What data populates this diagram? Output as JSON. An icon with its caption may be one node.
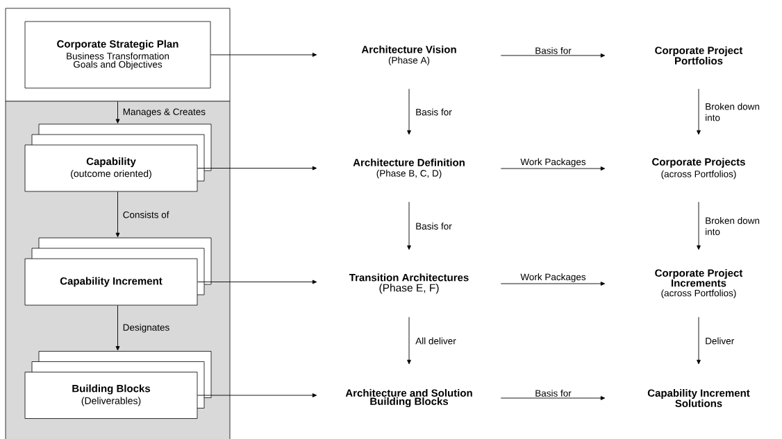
{
  "diagram": {
    "nodes": [
      {
        "text": [],
        "shape": "box"
      },
      {
        "text": [
          "Corporate Strategic Plan",
          "Business Transformation Goals and Objectives"
        ],
        "in": 0
      },
      {
        "text": [],
        "shape": "box"
      },
      {
        "text": [
          "Capability",
          "(outcome oriented)"
        ],
        "in": 2
      },
      {
        "text": [
          "Capability Increment"
        ],
        "in": 2
      },
      {
        "text": [
          "Building Blocks",
          "(Deliverables)"
        ],
        "in": 2
      },
      {
        "text": [
          "Architecture Vision",
          "(Phase A)"
        ]
      },
      {
        "text": [
          "Corporate Project Portfolios"
        ]
      },
      {
        "text": [
          "Architecture Definition",
          "(Phase B, C, D)"
        ]
      },
      {
        "text": [
          "Corporate Projects",
          "(across Portfolios)"
        ]
      },
      {
        "text": [
          "Transition Architectures",
          "(Phase E, F)"
        ]
      },
      {
        "text": [
          "Corporate Project Increments",
          "(across Portfolios)"
        ]
      },
      {
        "text": [
          "Architecture and Solution Building Blocks"
        ]
      },
      {
        "text": [
          "Capability Increment Solutions"
        ]
      }
    ],
    "edges": [
      {
        "from": 0,
        "to": 3,
        "arrow": "to",
        "label": "Manages & Creates"
      },
      {
        "from": 3,
        "to": 4,
        "arrow": "to",
        "label": "Consists of"
      },
      {
        "from": 4,
        "to": 5,
        "arrow": "to",
        "label": "Designates"
      },
      {
        "from": 1,
        "to": 6,
        "arrow": "to"
      },
      {
        "from": 6,
        "to": 7,
        "arrow": "to",
        "label": "Basis for"
      },
      {
        "from": 6,
        "to": 8,
        "arrow": "to",
        "label": "Basis for"
      },
      {
        "from": 7,
        "to": 9,
        "arrow": "to",
        "label": "Broken down into"
      },
      {
        "from": 3,
        "to": 8,
        "arrow": "to"
      },
      {
        "from": 8,
        "to": 9,
        "arrow": "to",
        "label": "Work Packages"
      },
      {
        "from": 8,
        "to": 10,
        "arrow": "to",
        "label": "Basis for"
      },
      {
        "from": 9,
        "to": 11,
        "arrow": "to",
        "label": "Broken down into"
      },
      {
        "from": 4,
        "to": 10,
        "arrow": "to"
      },
      {
        "from": 10,
        "to": 11,
        "arrow": "to",
        "label": "Work Packages"
      },
      {
        "from": 10,
        "to": 12,
        "arrow": "to",
        "label": "All deliver"
      },
      {
        "from": 11,
        "to": 13,
        "arrow": "to",
        "label": "Deliver"
      },
      {
        "from": 5,
        "to": 12,
        "arrow": "to"
      },
      {
        "from": 12,
        "to": 13,
        "arrow": "to",
        "label": "Basis for"
      }
    ]
  }
}
